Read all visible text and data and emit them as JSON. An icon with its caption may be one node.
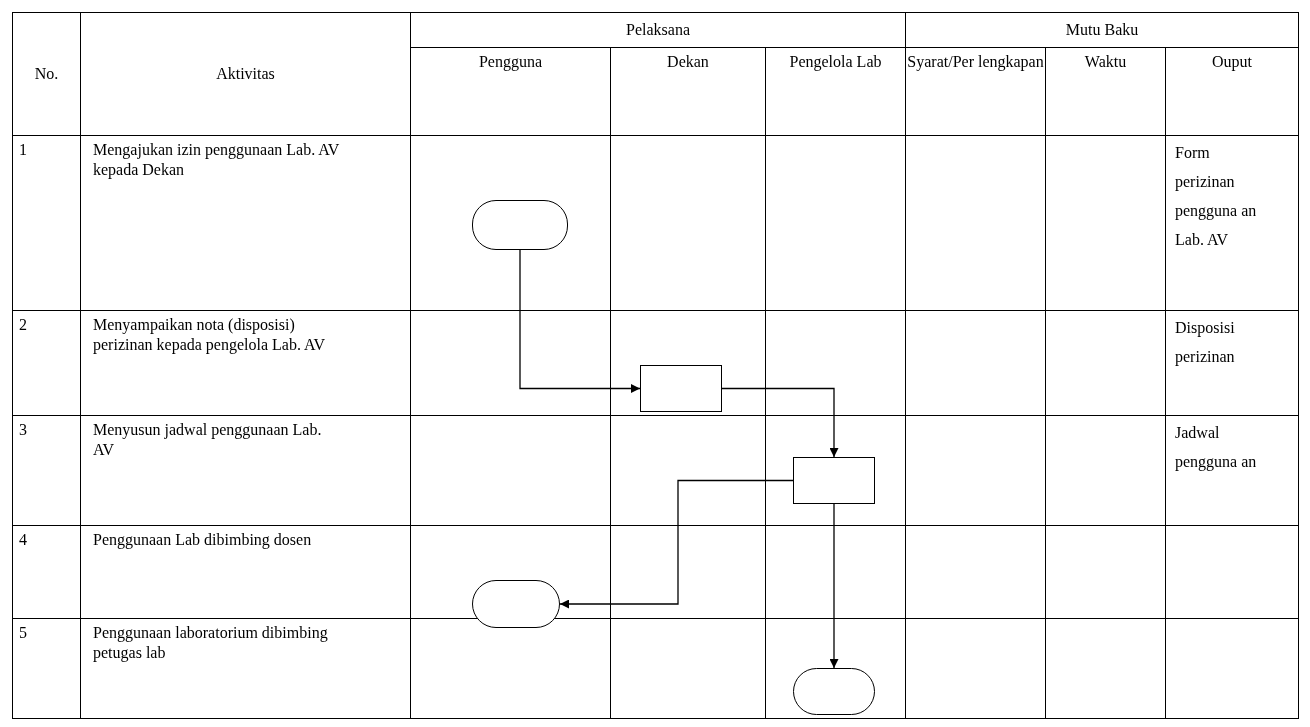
{
  "diagram": {
    "nodes": [
      {
        "text": [],
        "shape": "oval"
      },
      {
        "text": [],
        "shape": "box"
      },
      {
        "text": [],
        "shape": "box"
      },
      {
        "text": [],
        "shape": "oval"
      },
      {
        "text": [],
        "shape": "oval"
      }
    ],
    "edges": [
      {
        "from": 0,
        "to": 1,
        "arrow": "to"
      },
      {
        "from": 1,
        "to": 2,
        "arrow": "to"
      },
      {
        "from": 2,
        "to": 3,
        "arrow": "to"
      },
      {
        "from": 2,
        "to": 4,
        "arrow": "to"
      }
    ],
    "labels": [
      "No.",
      "Aktivitas",
      "Pelaksana",
      "Mutu Baku",
      "Pengguna",
      "Dekan",
      "Pengelola Lab",
      "Syarat/Per lengkapan",
      "Waktu",
      "Ouput",
      "1",
      "Mengajukan izin penggunaan Lab. AV kepada Dekan",
      "Form perizinan pengguna an Lab. AV",
      "2",
      "Menyampaikan nota (disposisi) perizinan kepada pengelola Lab. AV",
      "Disposisi perizinan",
      "3",
      "Menyusun jadwal penggunaan Lab. AV",
      "Jadwal pengguna an",
      "4",
      "Penggunaan Lab dibimbing dosen",
      "5",
      "Penggunaan laboratorium dibimbing petugas lab"
    ]
  }
}
